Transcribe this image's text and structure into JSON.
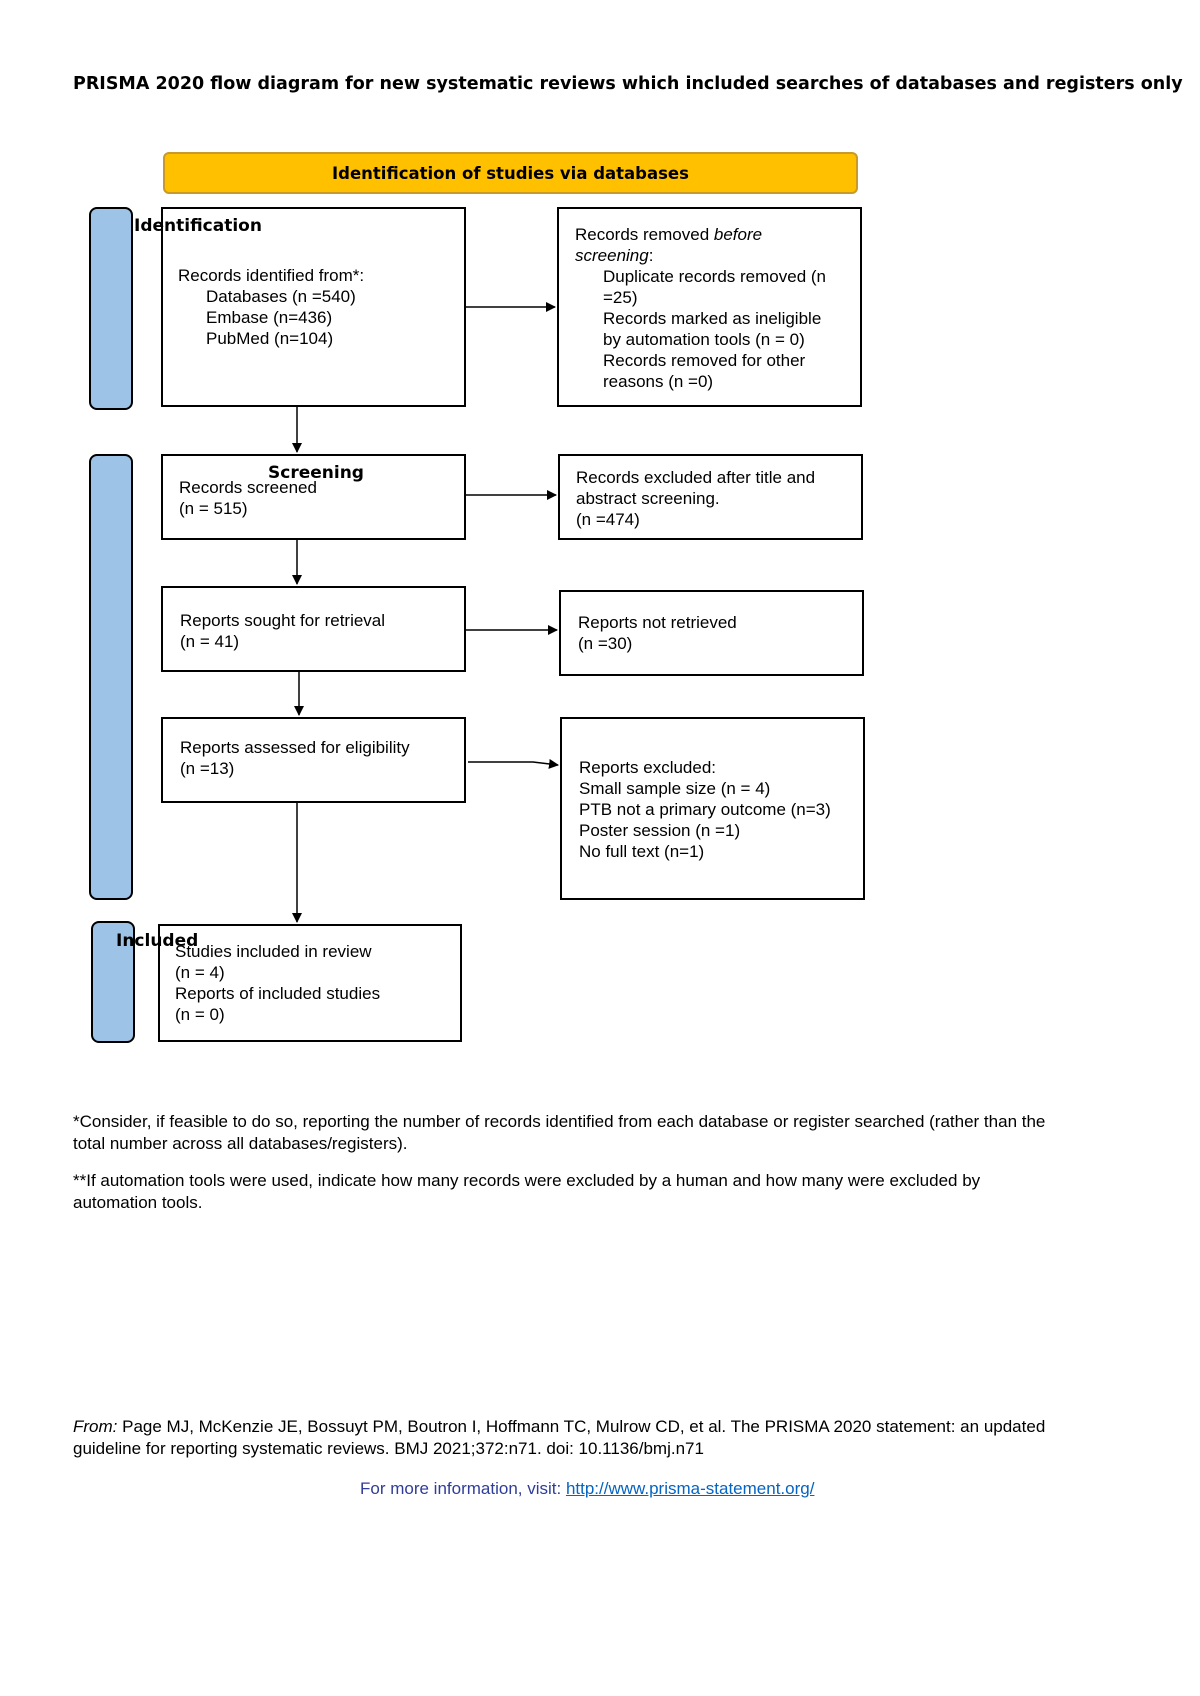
{
  "title": "PRISMA 2020 flow diagram for new systematic reviews which included searches of databases and registers only",
  "banner": "Identification of studies via databases",
  "stages": {
    "identification": "Identification",
    "screening": "Screening",
    "included": "Included"
  },
  "boxes": {
    "records_identified": {
      "heading": "Records identified from*:",
      "databases": "Databases (n =540)",
      "embase": "Embase (n=436)",
      "pubmed": "PubMed (n=104)"
    },
    "records_removed": {
      "heading_plain": "Records removed ",
      "heading_italic_1": "before",
      "heading_italic_2": "screening",
      "heading_colon": ":",
      "dup_1": "Duplicate records removed (n",
      "dup_2": "=25)",
      "auto_1": "Records marked as ineligible",
      "auto_2": "by automation tools (n = 0)",
      "other_1": "Records removed for other",
      "other_2": "reasons (n =0)"
    },
    "records_screened": {
      "line1": "Records screened",
      "line2": "(n = 515)"
    },
    "records_excluded": {
      "line1": "Records excluded after title and",
      "line2": "abstract screening.",
      "line3": "(n =474)"
    },
    "reports_sought": {
      "line1": "Reports sought for retrieval",
      "line2": "(n = 41)"
    },
    "reports_not_retrieved": {
      "line1": "Reports not retrieved",
      "line2": "(n =30)"
    },
    "reports_assessed": {
      "line1": "Reports assessed for eligibility",
      "line2": "(n =13)"
    },
    "reports_excluded": {
      "line1": "Reports excluded:",
      "line2": "Small sample size (n = 4)",
      "line3": "PTB not a primary outcome (n=3)",
      "line4": "Poster session (n =1)",
      "line5": "No full text (n=1)"
    },
    "studies_included": {
      "line1": "Studies included in review",
      "line2": "(n = 4)",
      "line3": "Reports of included studies",
      "line4": "(n = 0)"
    }
  },
  "footnotes": {
    "note1_line1": "*Consider, if feasible to do so, reporting the number of records identified from each database or register searched (rather than the",
    "note1_line2": "total number across all databases/registers).",
    "note2_line1": "**If automation tools were used, indicate how many records were excluded by a human and how many were excluded by",
    "note2_line2": "automation tools."
  },
  "citation": {
    "from_label": "From:",
    "line1": " Page MJ, McKenzie JE, Bossuyt PM, Boutron I, Hoffmann TC, Mulrow CD, et al. The PRISMA 2020 statement: an updated",
    "line2": "guideline for reporting systematic reviews. BMJ 2021;372:n71. doi: 10.1136/bmj.n71"
  },
  "more_info": {
    "label": "For more information, visit: ",
    "url": "http://www.prisma-statement.org/"
  },
  "colors": {
    "banner_fill": "#ffc000",
    "side_bar_fill": "#9dc3e6",
    "link": "#0563c1"
  }
}
